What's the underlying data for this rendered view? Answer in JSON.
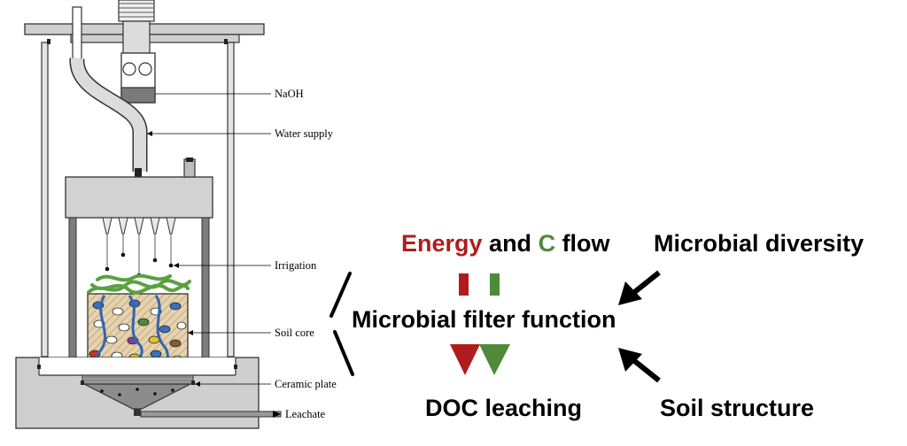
{
  "labels": {
    "naoh": "NaOH",
    "water_supply": "Water supply",
    "irrigation": "Irrigation",
    "soil_core": "Soil core",
    "ceramic_plate": "Ceramic plate",
    "leachate": "Leachate"
  },
  "concept": {
    "energy": "Energy",
    "and": " and ",
    "c": "C",
    "flow": " flow",
    "microbial_diversity": "Microbial diversity",
    "filter_function": "Microbial filter function",
    "doc_leaching": "DOC leaching",
    "soil_structure": "Soil structure"
  },
  "colors": {
    "energy_red": "#b01c1c",
    "carbon_green": "#4f8a3a",
    "frame_gray": "#cfcfcf",
    "soil_tan": "#e6d2ad",
    "water_blue": "#2f66b3",
    "root_green": "#5aa13f"
  }
}
